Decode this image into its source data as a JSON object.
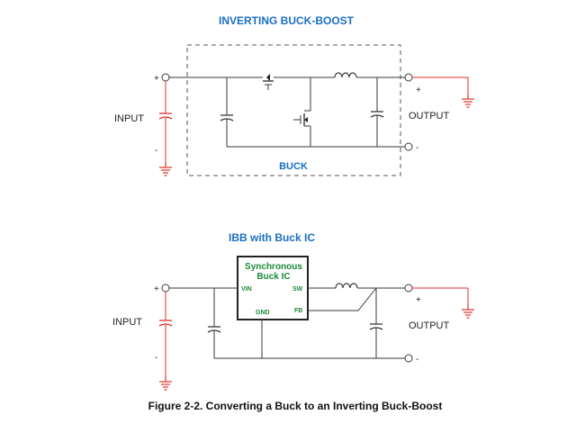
{
  "top": {
    "title": "INVERTING BUCK-BOOST",
    "buck_label": "BUCK",
    "input_label": "INPUT",
    "output_label": "OUTPUT",
    "in_plus": "+",
    "in_minus": "-",
    "out_plus": "+",
    "out_minus": "-"
  },
  "bottom": {
    "title": "IBB with Buck IC",
    "ic_title_line1": "Synchronous",
    "ic_title_line2": "Buck IC",
    "pin_vin": "VIN",
    "pin_sw": "SW",
    "pin_gnd": "GND",
    "pin_fb": "FB",
    "input_label": "INPUT",
    "output_label": "OUTPUT",
    "in_plus": "+",
    "in_minus": "-",
    "out_plus": "+",
    "out_minus": "-"
  },
  "caption": "Figure 2-2. Converting a Buck to an Inverting Buck-Boost",
  "colors": {
    "wire": "#3a3a3a",
    "red": "#e0322c",
    "blue": "#1a6fc0",
    "green": "#1a8a3a",
    "dashed_box": "#555555"
  }
}
